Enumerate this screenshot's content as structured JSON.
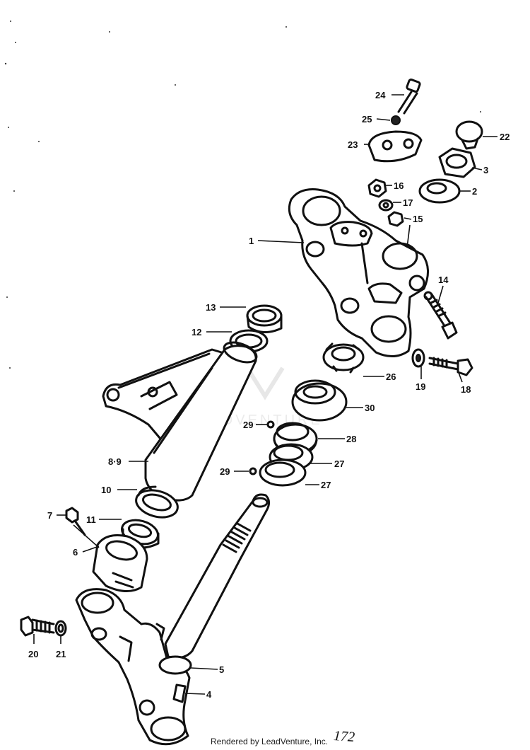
{
  "diagram": {
    "callouts": {
      "c1": "1",
      "c2": "2",
      "c3": "3",
      "c4": "4",
      "c5": "5",
      "c6": "6",
      "c7": "7",
      "c89": "8·9",
      "c10": "10",
      "c11": "11",
      "c12": "12",
      "c13": "13",
      "c14": "14",
      "c15": "15",
      "c16": "16",
      "c17": "17",
      "c18": "18",
      "c19": "19",
      "c20": "20",
      "c21": "21",
      "c22": "22",
      "c23": "23",
      "c24": "24",
      "c25": "25",
      "c26": "26",
      "c27a": "27",
      "c27b": "27",
      "c28": "28",
      "c29a": "29",
      "c29b": "29",
      "c30": "30"
    },
    "watermark": "LEADVENTURE"
  },
  "footer": {
    "credit": "Rendered by LeadVenture, Inc.",
    "page_number": "172"
  }
}
